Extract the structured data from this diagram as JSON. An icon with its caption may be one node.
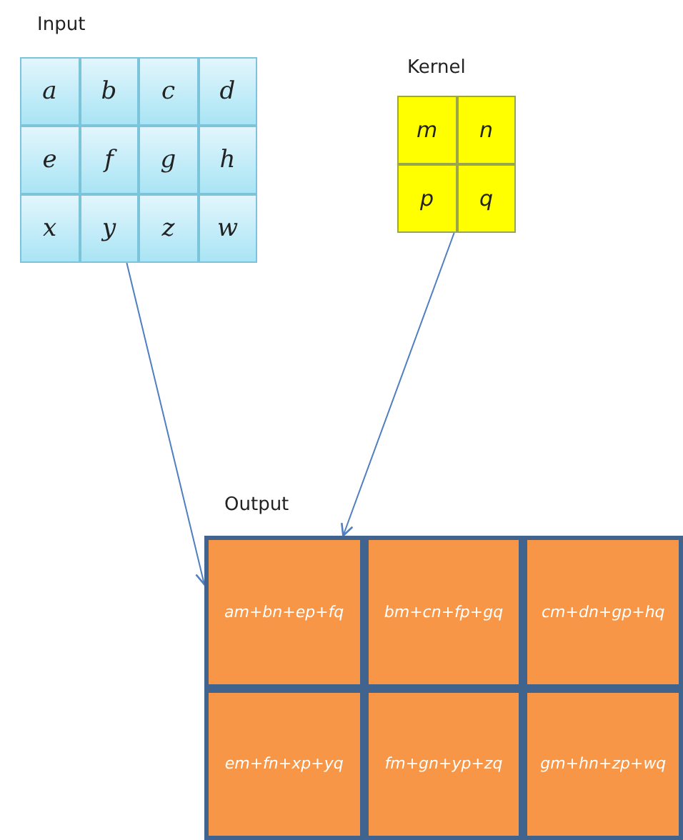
{
  "diagram": {
    "nodes": [
      {
        "text": [
          "Input"
        ]
      },
      {
        "text": [
          "a"
        ],
        "in": 0
      },
      {
        "text": [
          "b"
        ],
        "in": 0
      },
      {
        "text": [
          "c"
        ],
        "in": 0
      },
      {
        "text": [
          "d"
        ],
        "in": 0
      },
      {
        "text": [
          "e"
        ],
        "in": 0
      },
      {
        "text": [
          "f"
        ],
        "in": 0
      },
      {
        "text": [
          "g"
        ],
        "in": 0
      },
      {
        "text": [
          "h"
        ],
        "in": 0
      },
      {
        "text": [
          "x"
        ],
        "in": 0
      },
      {
        "text": [
          "y"
        ],
        "in": 0
      },
      {
        "text": [
          "z"
        ],
        "in": 0
      },
      {
        "text": [
          "w"
        ],
        "in": 0
      },
      {
        "text": [
          "Kernel"
        ]
      },
      {
        "text": [
          "m"
        ],
        "in": 13
      },
      {
        "text": [
          "n"
        ],
        "in": 13
      },
      {
        "text": [
          "p"
        ],
        "in": 13
      },
      {
        "text": [
          "q"
        ],
        "in": 13
      },
      {
        "text": [
          "Output"
        ]
      },
      {
        "text": [
          "am+bn+ep+fq"
        ],
        "in": 18
      },
      {
        "text": [
          "bm+cn+fp+gq"
        ],
        "in": 18
      },
      {
        "text": [
          "cm+dn+gp+hq"
        ],
        "in": 18
      },
      {
        "text": [
          "em+fn+xp+yq"
        ],
        "in": 18
      },
      {
        "text": [
          "fm+gn+yp+zq"
        ],
        "in": 18
      },
      {
        "text": [
          "gm+hn+zp+wq"
        ],
        "in": 18
      }
    ],
    "edges": [
      {
        "from": 0,
        "to": 18,
        "arrow": "to"
      },
      {
        "from": 13,
        "to": 18,
        "arrow": "to"
      }
    ]
  }
}
